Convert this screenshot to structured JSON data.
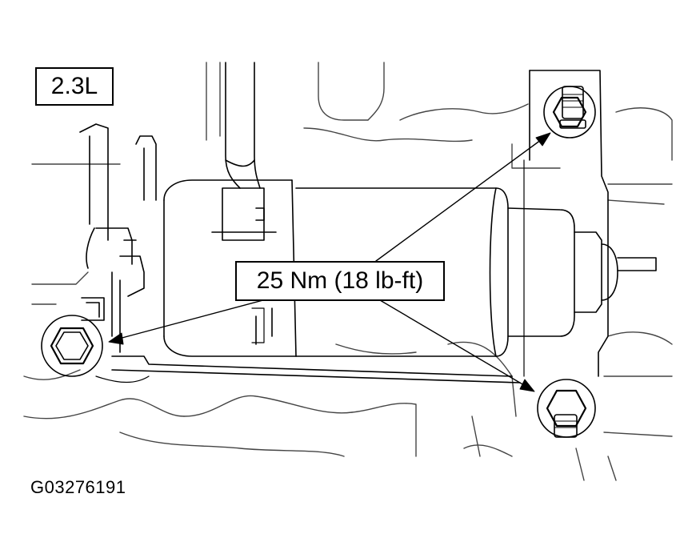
{
  "engine_label": "2.3L",
  "torque_spec": "25 Nm (18 lb-ft)",
  "figure_id": "G03276191",
  "colors": {
    "line": "#000000",
    "background": "#ffffff"
  }
}
